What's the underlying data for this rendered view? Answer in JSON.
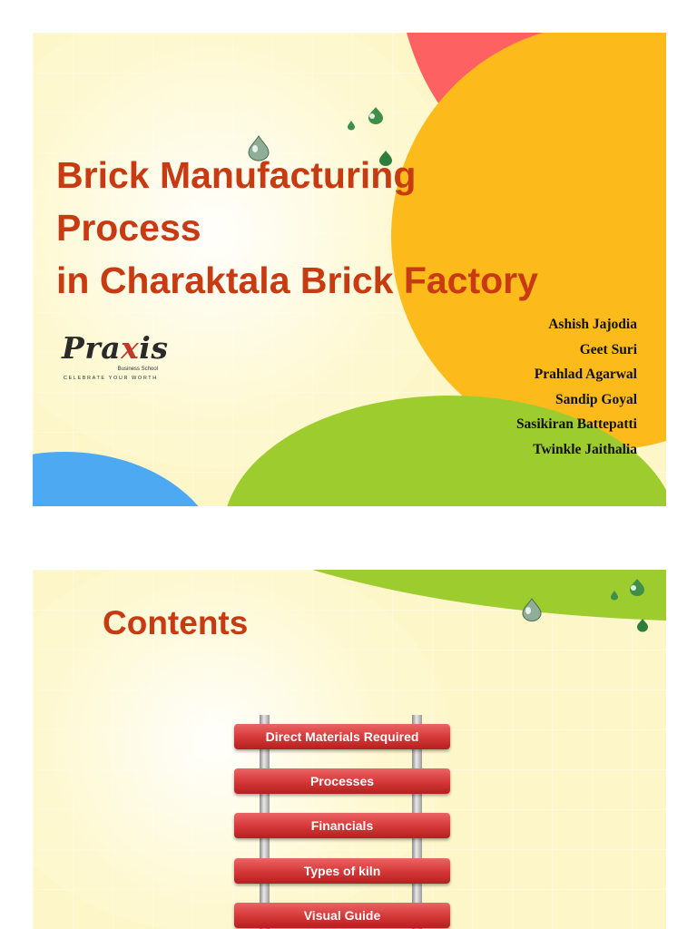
{
  "slide1": {
    "title_lines": [
      "Brick Manufacturing",
      "Process",
      "in Charaktala Brick Factory"
    ],
    "logo": {
      "word_before": "Pra",
      "word_accent": "x",
      "word_after": "is",
      "subtext": "Business School",
      "tagline": "CELEBRATE YOUR WORTH"
    },
    "authors": [
      "Ashish Jajodia",
      "Geet Suri",
      "Prahlad Agarwal",
      "Sandip Goyal",
      "Sasikiran Battepatti",
      "Twinkle Jaithalia"
    ]
  },
  "slide2": {
    "heading": "Contents",
    "items": [
      "Direct Materials Required",
      "Processes",
      "Financials",
      "Types of kiln",
      "Visual Guide"
    ]
  },
  "colors": {
    "title": "#c73a12",
    "background": "#fdf6c8",
    "red": "#fe6162",
    "orange": "#fdbb1b",
    "green": "#9ccc2e",
    "blue": "#4ea9f3",
    "rung": "#d73a3a"
  }
}
